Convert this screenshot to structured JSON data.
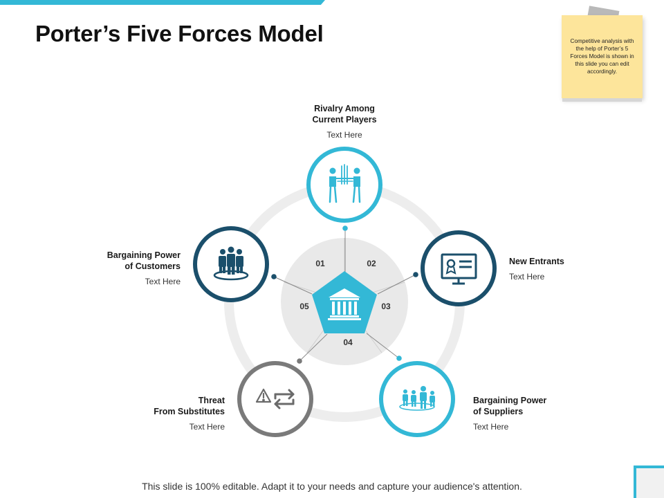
{
  "title": "Porter’s Five Forces Model",
  "note": {
    "text": "Competitive analysis with the help of Porter’s 5 Forces Model is shown in this slide you can edit accordingly."
  },
  "forces": [
    {
      "number": "01",
      "title_line1": "Rivalry Among",
      "title_line2": "Current Players",
      "body": "Text Here",
      "icon": "fencing-players-icon",
      "color": "#33b8d6"
    },
    {
      "number": "02",
      "title_line1": "New Entrants",
      "title_line2": "",
      "body": "Text Here",
      "icon": "certificate-monitor-icon",
      "color": "#1b4f6b"
    },
    {
      "number": "03",
      "title_line1": "Bargaining Power",
      "title_line2": "of Suppliers",
      "body": "Text Here",
      "icon": "supplier-group-icon",
      "color": "#33b8d6"
    },
    {
      "number": "04",
      "title_line1": "Threat",
      "title_line2": "From Substitutes",
      "body": "Text Here",
      "icon": "warning-swap-icon",
      "color": "#7a7a7a"
    },
    {
      "number": "05",
      "title_line1": "Bargaining Power",
      "title_line2": "of Customers",
      "body": "Text Here",
      "icon": "customer-group-icon",
      "color": "#1b4f6b"
    }
  ],
  "center": {
    "icon": "institution-building-icon",
    "color": "#33b8d6"
  },
  "footer": "This slide is 100% editable. Adapt it to your needs and capture your audience's attention."
}
